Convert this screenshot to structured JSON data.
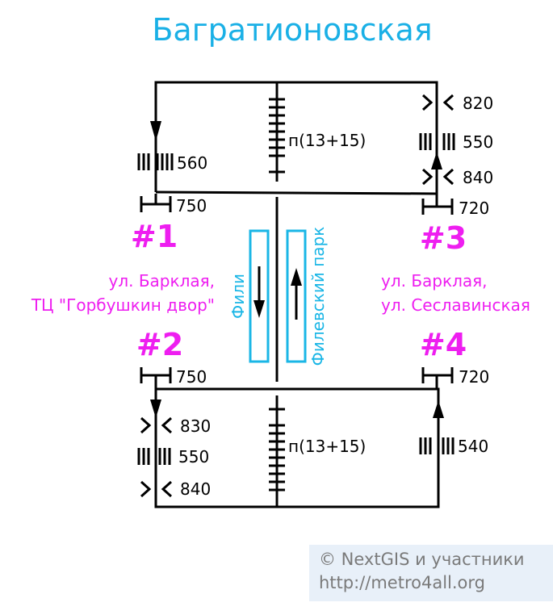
{
  "title": "Багратионовская",
  "colors": {
    "title": "#1ab0e6",
    "exit": "#ee1ef0",
    "track": "#1ab6e6",
    "line": "#000000",
    "credit_bg": "#e8f0f9",
    "credit_text": "#7a7a7a"
  },
  "top_block": {
    "left_value": "560",
    "center_label": "п(13+15)",
    "right_rows": [
      "820",
      "550",
      "840"
    ],
    "left_width": "750",
    "right_width": "720"
  },
  "bottom_block": {
    "left_width": "750",
    "right_width": "720",
    "left_rows": [
      "830",
      "550",
      "840"
    ],
    "center_label": "п(13+15)",
    "right_value": "540"
  },
  "exits": [
    {
      "number": "#1",
      "lines": [
        "ул. Барклая,",
        "ТЦ \"Горбушкин двор\""
      ]
    },
    {
      "number": "#2",
      "lines": []
    },
    {
      "number": "#3",
      "lines": [
        "ул. Барклая,",
        "ул. Сеславинская"
      ]
    },
    {
      "number": "#4",
      "lines": []
    }
  ],
  "tracks": {
    "left": "Фили",
    "right": "Филевский парк"
  },
  "credit": {
    "line1": "© NextGIS и участники",
    "line2": "http://metro4all.org"
  }
}
